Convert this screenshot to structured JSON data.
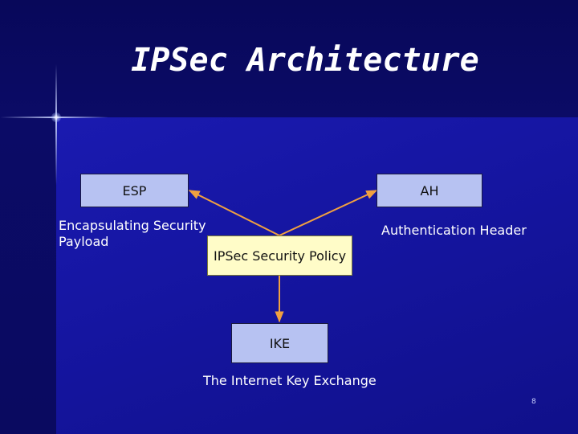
{
  "slide": {
    "title": "IPSec Architecture",
    "page_number": "8"
  },
  "nodes": {
    "esp": {
      "label": "ESP",
      "caption_line1": "Encapsulating Security",
      "caption_line2": "Payload"
    },
    "ah": {
      "label": "AH",
      "caption": "Authentication Header"
    },
    "policy": {
      "label": "IPSec Security Policy"
    },
    "ike": {
      "label": "IKE",
      "caption": "The Internet Key Exchange"
    }
  },
  "colors": {
    "background": "#1515a0",
    "node_fill": "#b7c2f2",
    "policy_fill": "#fffcc8",
    "connector": "#f0a040"
  }
}
